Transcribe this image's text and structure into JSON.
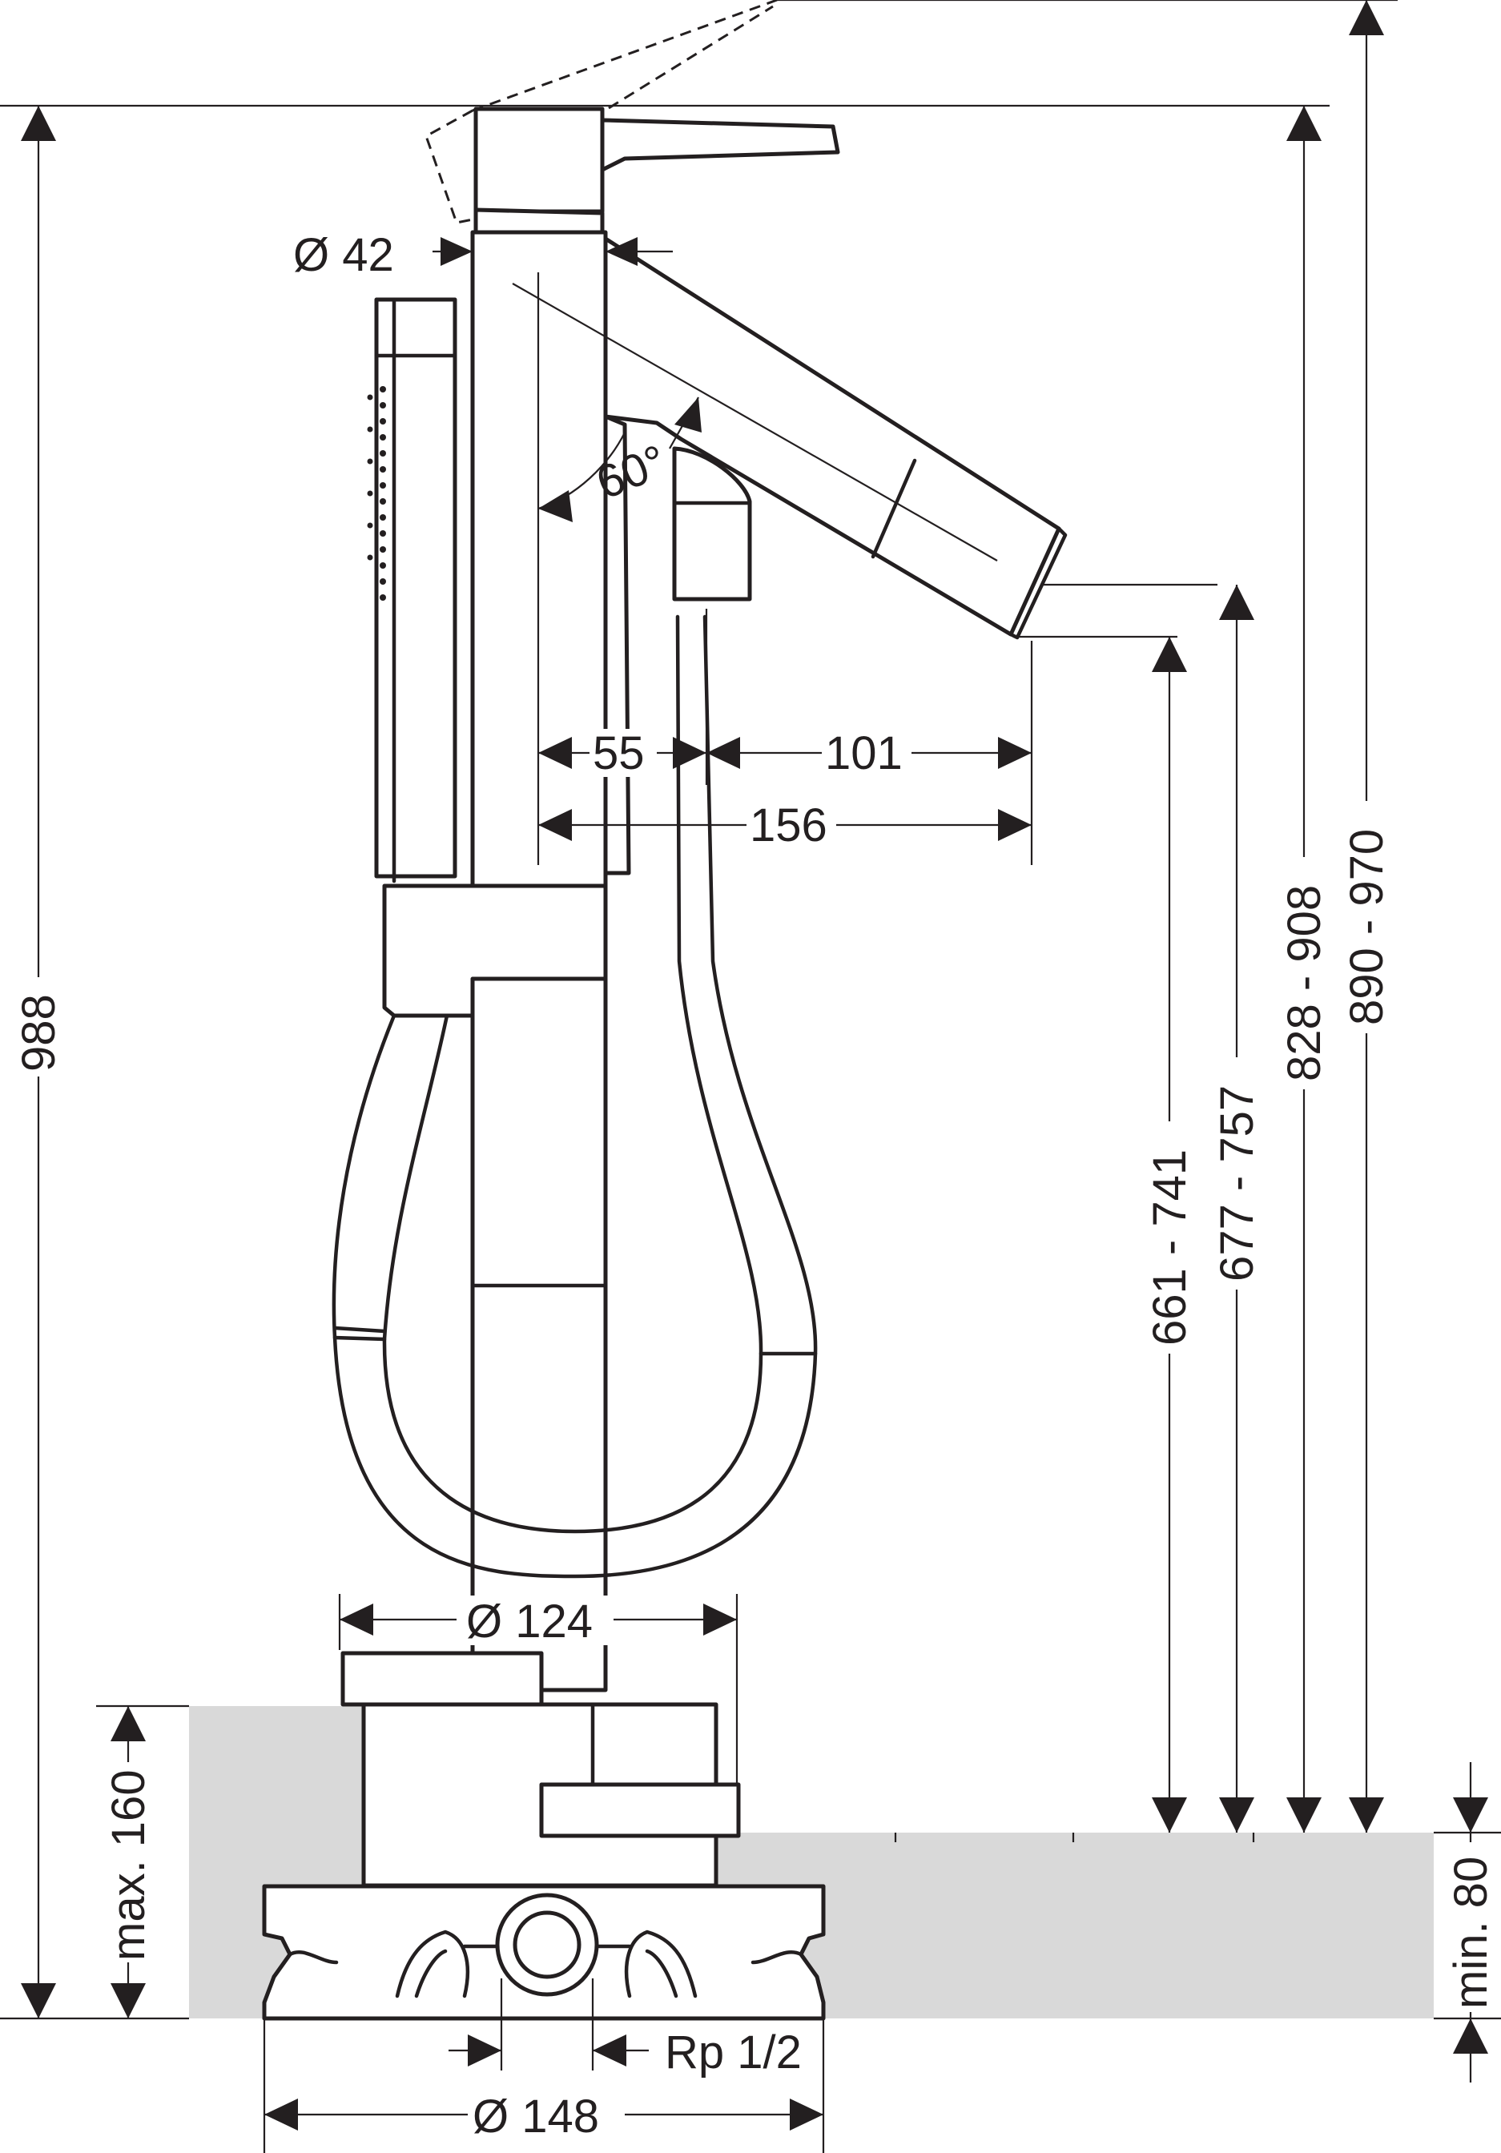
{
  "colors": {
    "line": "#231f20",
    "surface_fill": "#d9d9d9",
    "background": "#ffffff"
  },
  "dimensions": {
    "spout_diameter": "Ø 42",
    "swivel_angle": "60°",
    "horizontal_1": "55",
    "horizontal_2": "101",
    "projection": "156",
    "hose_diameter": "Ø 124",
    "base_diameter": "Ø 148",
    "connection": "Rp 1/2",
    "overall_height": "988",
    "height_max": "max. 160",
    "floor_min": "min. 80",
    "height_range_1": "661 - 741",
    "height_range_2": "677 - 757",
    "height_range_3": "828 - 908",
    "height_range_4": "890 - 970"
  }
}
